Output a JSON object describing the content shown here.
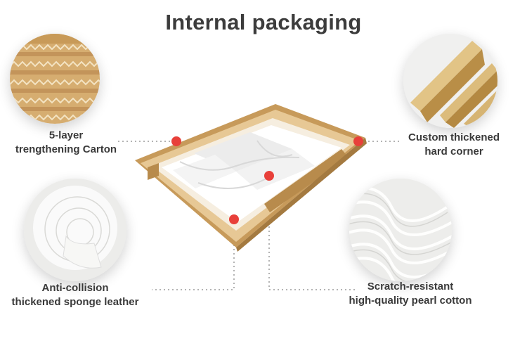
{
  "title": "Internal packaging",
  "features": {
    "carton": {
      "line1": "5-layer",
      "line2": "trengthening Carton"
    },
    "corner": {
      "line1": "Custom thickened",
      "line2": "hard corner"
    },
    "sponge": {
      "line1": "Anti-collision",
      "line2": "thickened sponge leather"
    },
    "pearl_cotton": {
      "line1": "Scratch-resistant",
      "line2": "high-quality pearl cotton"
    }
  },
  "colors": {
    "marker": "#e8403a",
    "carton": "#d8ae6e",
    "corner": "#d4b473",
    "foam": "#f4f4f2"
  }
}
